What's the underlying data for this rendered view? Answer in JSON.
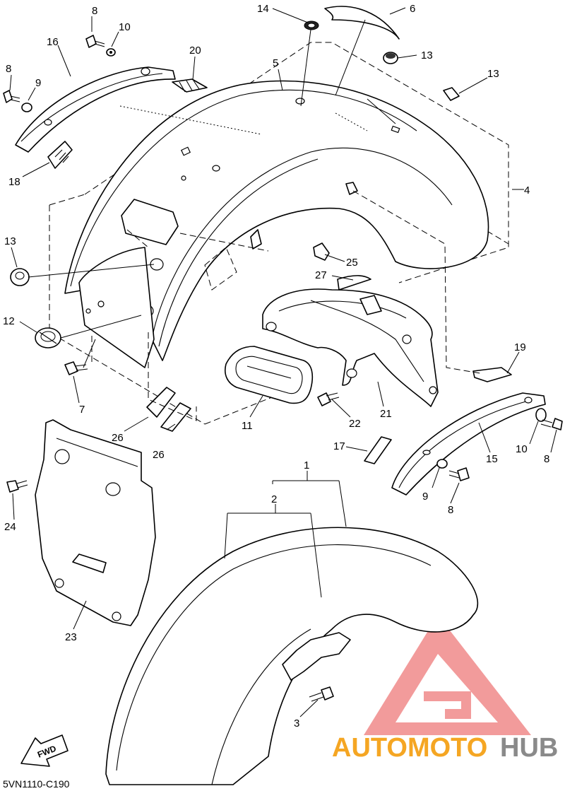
{
  "diagram": {
    "callouts": [
      {
        "id": "c14",
        "label": "14"
      },
      {
        "id": "c6",
        "label": "6"
      },
      {
        "id": "c8a",
        "label": "8"
      },
      {
        "id": "c10a",
        "label": "10"
      },
      {
        "id": "c16",
        "label": "16"
      },
      {
        "id": "c20",
        "label": "20"
      },
      {
        "id": "c8b",
        "label": "8"
      },
      {
        "id": "c9a",
        "label": "9"
      },
      {
        "id": "c5",
        "label": "5"
      },
      {
        "id": "c13a",
        "label": "13"
      },
      {
        "id": "c13b",
        "label": "13"
      },
      {
        "id": "c18",
        "label": "18"
      },
      {
        "id": "c4",
        "label": "4"
      },
      {
        "id": "c13c",
        "label": "13"
      },
      {
        "id": "c25",
        "label": "25"
      },
      {
        "id": "c27",
        "label": "27"
      },
      {
        "id": "c12",
        "label": "12"
      },
      {
        "id": "c19",
        "label": "19"
      },
      {
        "id": "c7",
        "label": "7"
      },
      {
        "id": "c11",
        "label": "11"
      },
      {
        "id": "c22",
        "label": "22"
      },
      {
        "id": "c21",
        "label": "21"
      },
      {
        "id": "c26a",
        "label": "26"
      },
      {
        "id": "c26b",
        "label": "26"
      },
      {
        "id": "c17",
        "label": "17"
      },
      {
        "id": "c15",
        "label": "15"
      },
      {
        "id": "c10b",
        "label": "10"
      },
      {
        "id": "c8c",
        "label": "8"
      },
      {
        "id": "c1",
        "label": "1"
      },
      {
        "id": "c2",
        "label": "2"
      },
      {
        "id": "c9b",
        "label": "9"
      },
      {
        "id": "c8d",
        "label": "8"
      },
      {
        "id": "c24",
        "label": "24"
      },
      {
        "id": "c23",
        "label": "23"
      },
      {
        "id": "c3",
        "label": "3"
      }
    ],
    "fwd_label": "FWD",
    "diagram_code": "5VN1110-C190"
  },
  "watermark": {
    "text_part1": "AUTOMOTO",
    "text_part2": "HUB",
    "color_part1": "#f5a623",
    "color_part2": "#8a8a8a",
    "logo_color": "#f08a8a"
  }
}
